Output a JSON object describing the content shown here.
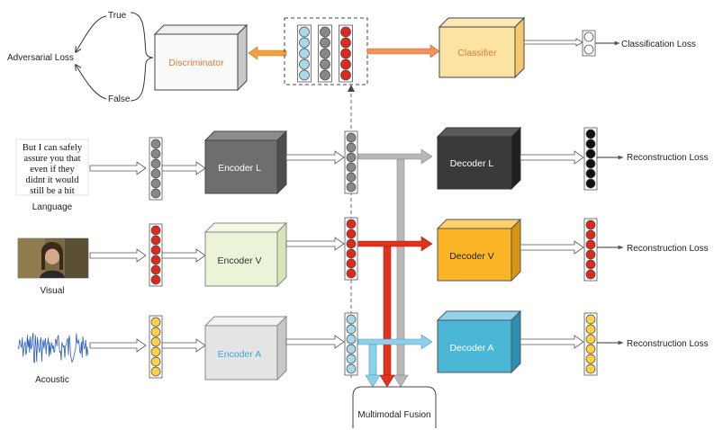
{
  "adversarial": {
    "true_label": "True",
    "false_label": "False",
    "loss_label": "Adversarial Loss"
  },
  "discriminator": {
    "label": "Discriminator",
    "color": "#e07b39"
  },
  "classifier": {
    "label": "Classifier",
    "color": "#e07b39",
    "fill": "#fde3a1"
  },
  "classification_loss": "Classification Loss",
  "inputs": {
    "language": {
      "caption": "Language",
      "quote_lines": [
        "But I can safely",
        "assure you that",
        "even if they",
        "didnt it would",
        "still be a hit"
      ]
    },
    "visual": {
      "caption": "Visual"
    },
    "acoustic": {
      "caption": "Acoustic"
    }
  },
  "encoders": {
    "l": {
      "label": "Encoder L",
      "fill": "#6d6e6d",
      "text_color": "#ffffff"
    },
    "v": {
      "label": "Encoder V",
      "fill": "#ebf3d8",
      "text_color": "#333333"
    },
    "a": {
      "label": "Encoder A",
      "fill": "#e4e4e4",
      "text_color": "#3aa6d8"
    }
  },
  "decoders": {
    "l": {
      "label": "Decoder L",
      "fill": "#3a3a3a",
      "text_color": "#ffffff"
    },
    "v": {
      "label": "Decoder V",
      "fill": "#fbb526",
      "text_color": "#222222"
    },
    "a": {
      "label": "Decoder A",
      "fill": "#4ab7d6",
      "text_color": "#ffffff"
    }
  },
  "reconstruction_loss": "Reconstruction Loss",
  "fusion": {
    "label": "Multimodal Fusion"
  },
  "colors": {
    "language_node": "#888888",
    "visual_node": "#dd2a1c",
    "acoustic_node": "#fdd24a",
    "shared_node": "#a8d8ec",
    "arrow_orange": "#f0a040",
    "arrow_grey": "#b8b8b8",
    "arrow_red": "#dd3320",
    "arrow_blue": "#8ed0ea",
    "decoder_l_output_node": "#111111"
  }
}
